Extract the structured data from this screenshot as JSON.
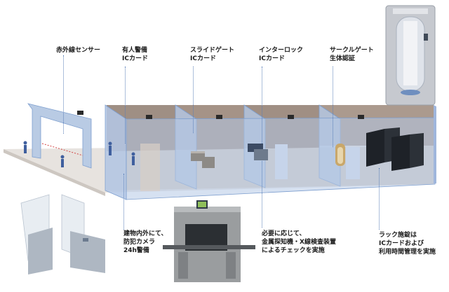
{
  "labels": {
    "infrared": [
      "赤外線センサー"
    ],
    "manned": [
      "有人警備",
      "ICカード"
    ],
    "slide": [
      "スライドゲート",
      "ICカード"
    ],
    "interlock": [
      "インターロック",
      "ICカード"
    ],
    "circle": [
      "サークルゲート",
      "生体認証"
    ],
    "bottom_left": [
      "建物内外にて、",
      "防犯カメラ",
      "24h警備"
    ],
    "bottom_mid": [
      "必要に応じて、",
      "金属探知機・X線検査装置",
      "によるチェックを実施"
    ],
    "bottom_right": [
      "ラック施錠は",
      "ICカードおよび",
      "利用時間管理を実施"
    ]
  },
  "colors": {
    "wall": "#b9cbe4",
    "wall_edge": "#7e9fcf",
    "room": "#a08f84",
    "floor": "#d4c9c0",
    "rack": "#1e2228"
  }
}
